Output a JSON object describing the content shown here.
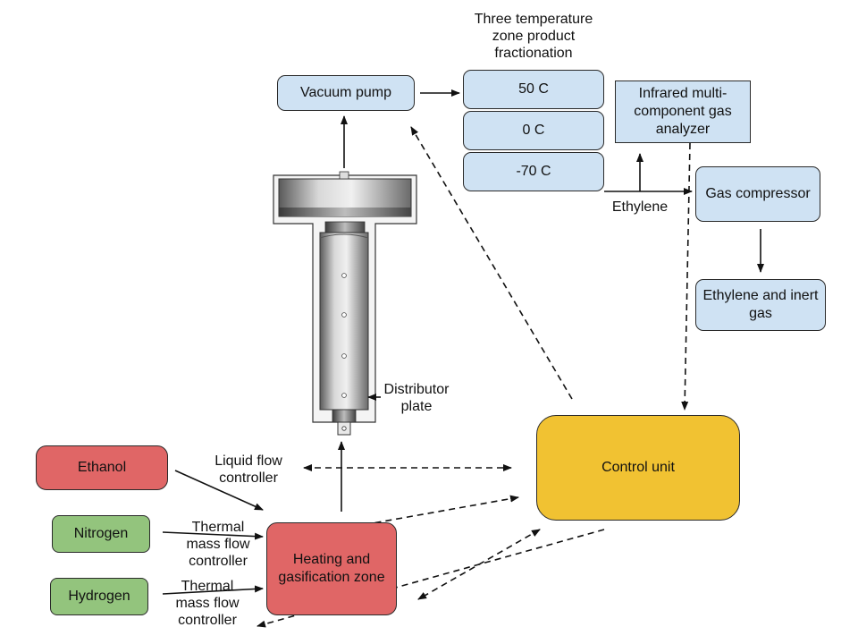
{
  "labels": {
    "fractionation_title": "Three temperature zone product fractionation",
    "ethylene": "Ethylene",
    "distributor": "Distributor plate",
    "liquid_flow": "Liquid flow controller",
    "thermal_1": "Thermal mass flow controller",
    "thermal_2": "Thermal mass flow controller"
  },
  "boxes": {
    "vacuum_pump": "Vacuum pump",
    "zone_50": "50 C",
    "zone_0": "0 C",
    "zone_minus70": "-70 C",
    "gas_analyzer": "Infrared multi-component gas analyzer",
    "gas_compressor": "Gas compressor",
    "ethylene_inert": "Ethylene and inert gas",
    "control_unit": "Control unit",
    "ethanol": "Ethanol",
    "nitrogen": "Nitrogen",
    "hydrogen": "Hydrogen",
    "heating_zone": "Heating and gasification zone"
  },
  "colors": {
    "blue_box": "#cfe2f3",
    "red_box": "#e06666",
    "green_box": "#93c47d",
    "yellow_box": "#f1c232"
  }
}
